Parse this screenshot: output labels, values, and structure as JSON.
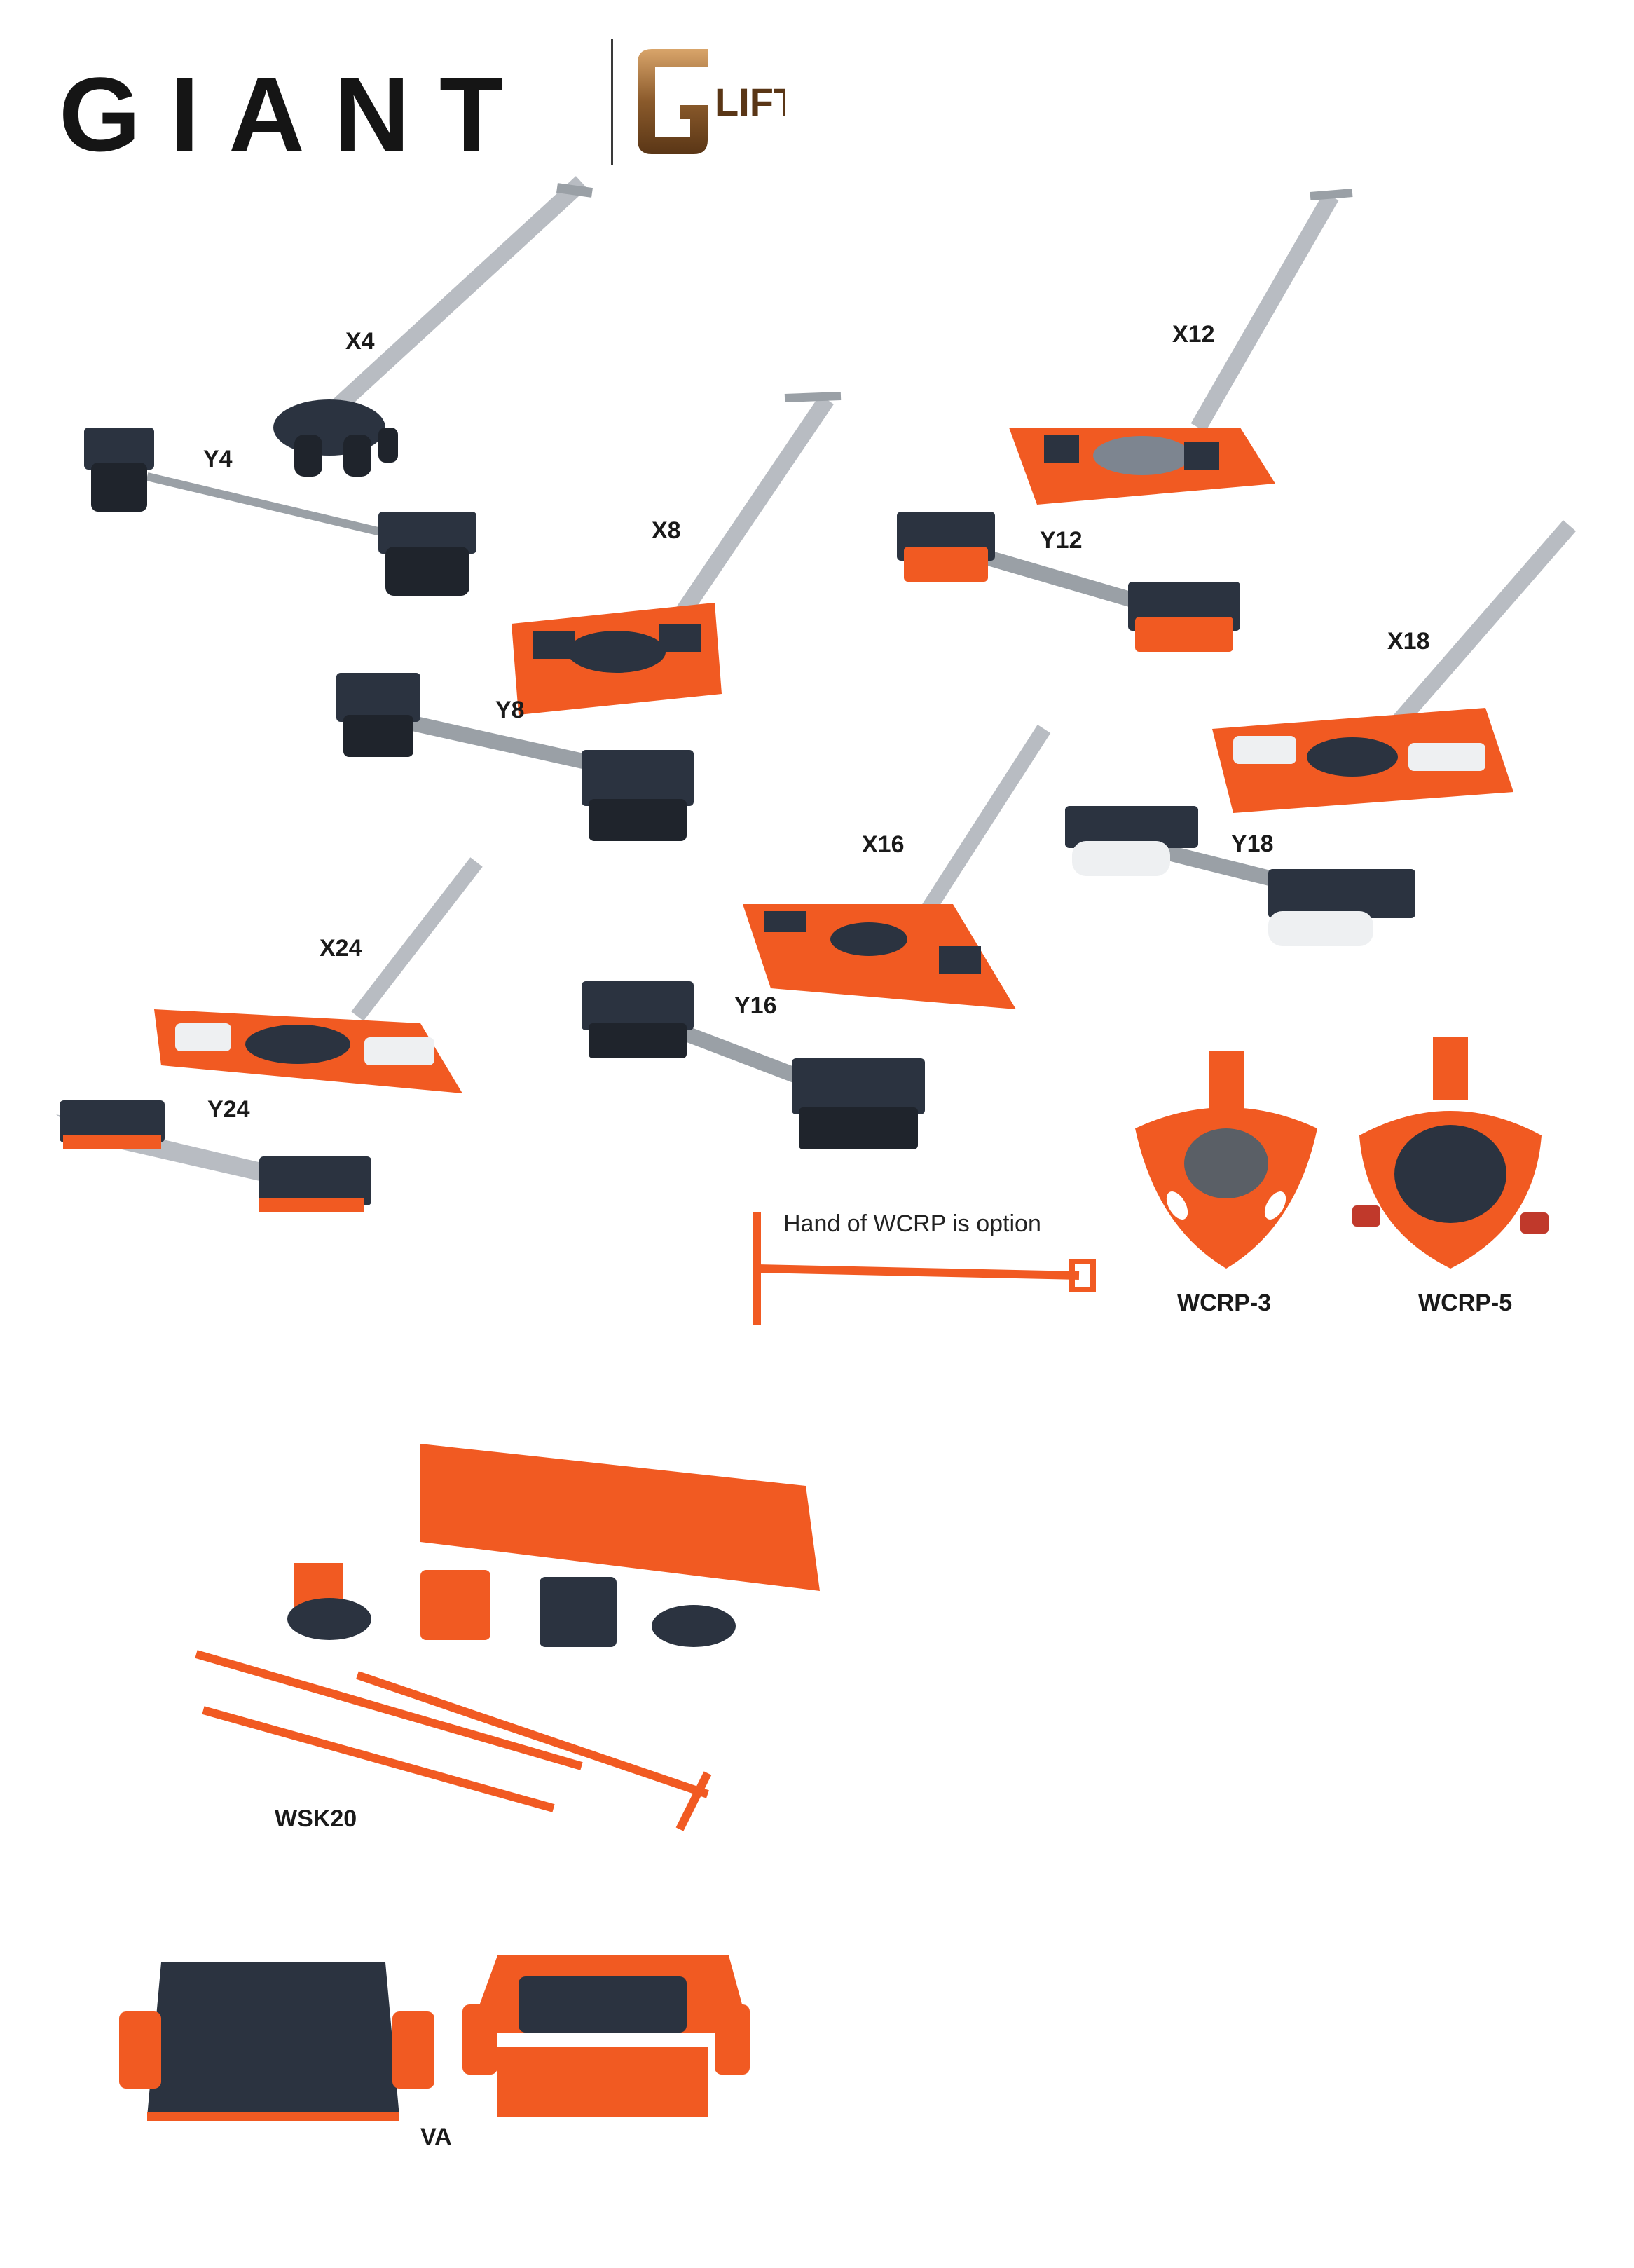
{
  "brand": {
    "wordmark": "GIANT",
    "logo_text": "LIFT",
    "colors": {
      "primary": "#151515",
      "accent": "#8a5a2b",
      "product": "#f15a22",
      "steel": "#b8bcc2",
      "pad": "#2b3340"
    }
  },
  "products": {
    "x4": "X4",
    "y4": "Y4",
    "x8": "X8",
    "y8": "Y8",
    "x12": "X12",
    "y12": "Y12",
    "x18": "X18",
    "y18": "Y18",
    "x16": "X16",
    "y16": "Y16",
    "x24": "X24",
    "y24": "Y24",
    "wcrp3": "WCRP-3",
    "wcrp5": "WCRP-5",
    "wsk20": "WSK20",
    "va": "VA"
  },
  "notes": {
    "wcrp_handle": "Hand of WCRP is option"
  }
}
